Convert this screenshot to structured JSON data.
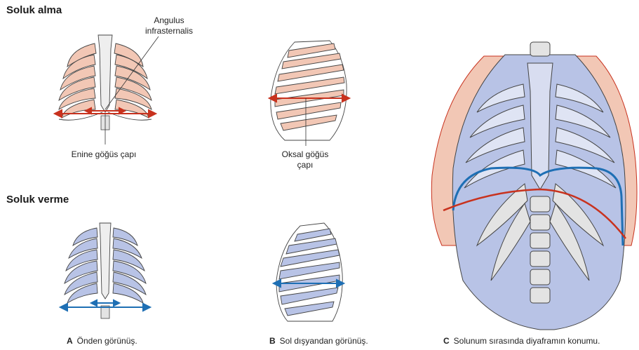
{
  "headings": {
    "inhale": "Soluk alma",
    "exhale": "Soluk verme"
  },
  "labels": {
    "angulus_line1": "Angulus",
    "angulus_line2": "infrasternalis",
    "transverse": "Enine göğüs çapı",
    "sagittal_line1": "Oksal göğüs",
    "sagittal_line2": "çapı"
  },
  "captions": {
    "a_letter": "A",
    "a_text": "Önden görünüş.",
    "b_letter": "B",
    "b_text": "Sol dışyandan görünüş.",
    "c_letter": "C",
    "c_text": "Solunum sırasında diyaframın konumu."
  },
  "colors": {
    "inhale_fill": "#f2c7b5",
    "exhale_fill": "#b8c3e6",
    "inhale_arrow": "#c8321e",
    "exhale_arrow": "#1e6fb4",
    "bone": "#e3e3e3",
    "outline": "#444444"
  }
}
